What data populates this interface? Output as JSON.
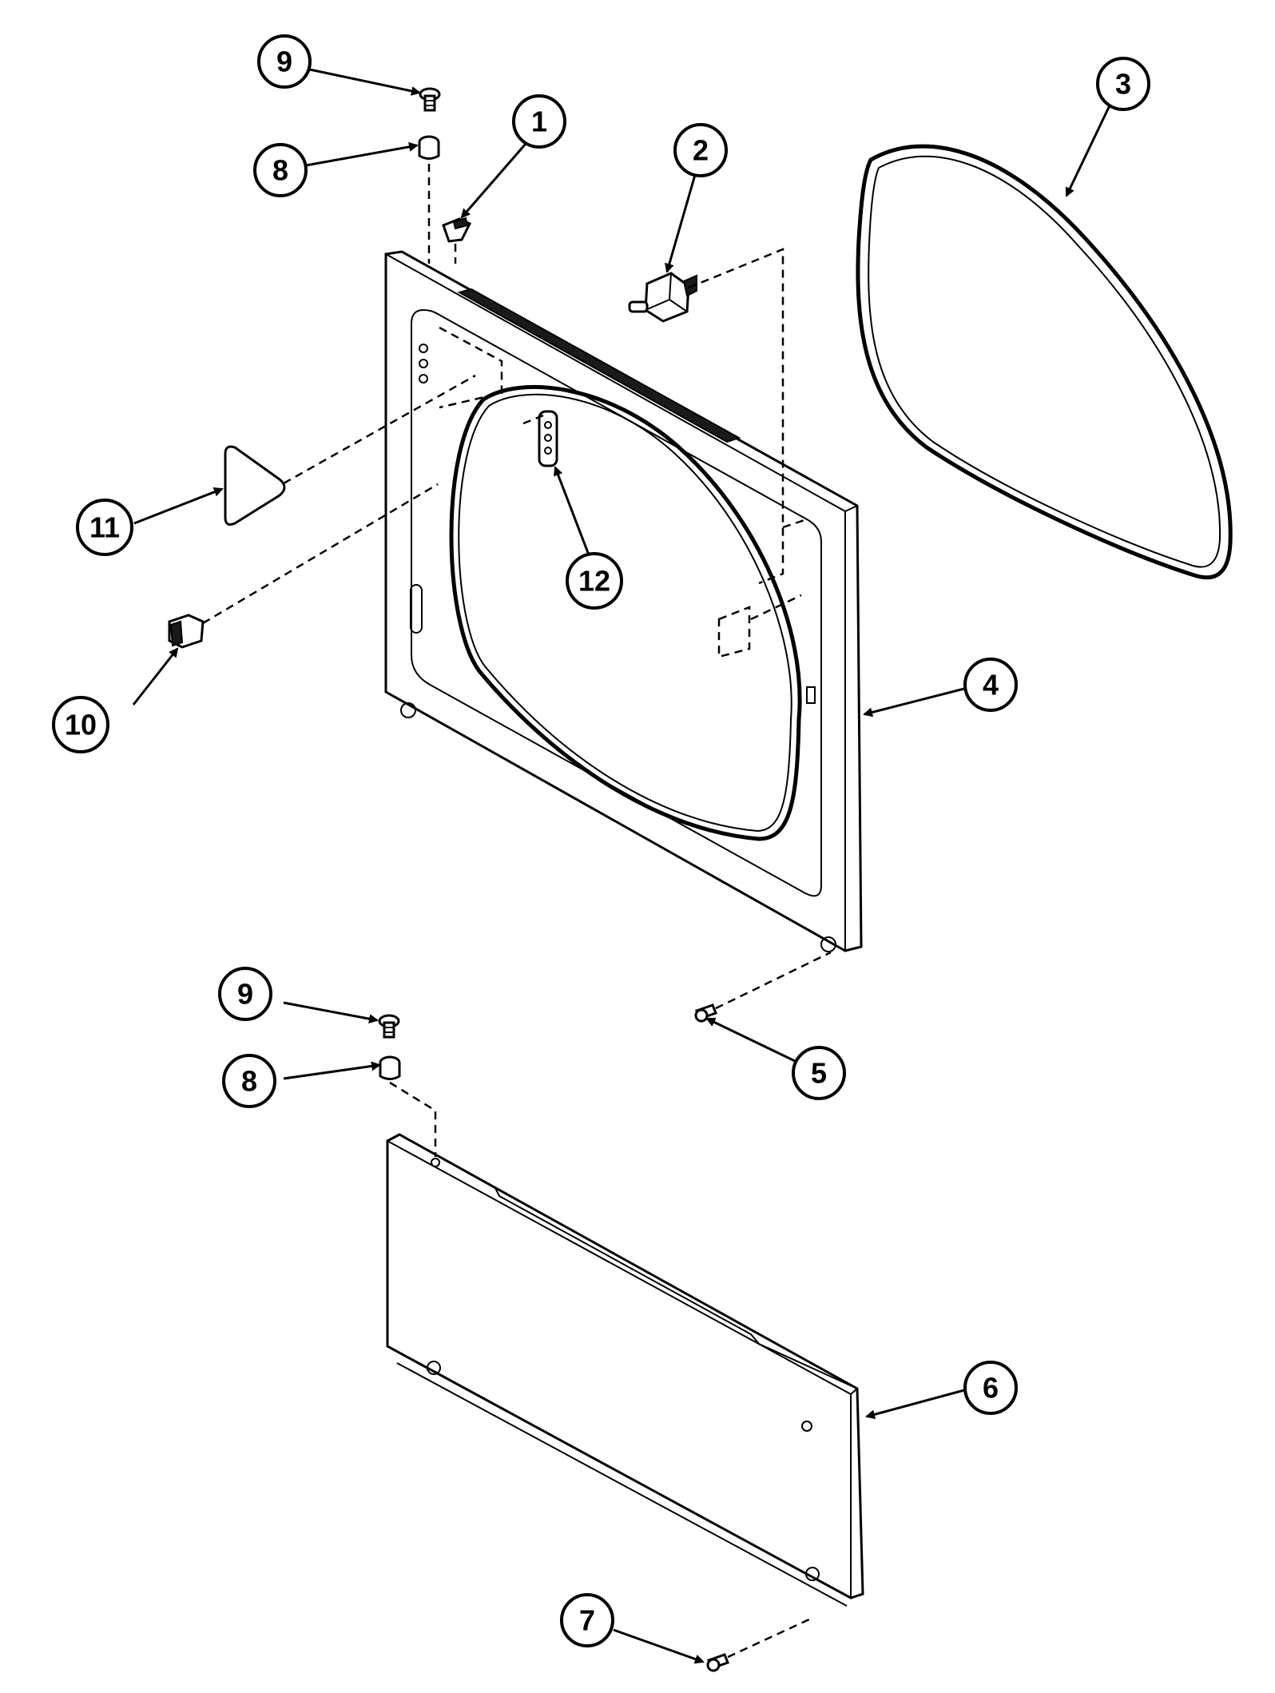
{
  "callouts": [
    {
      "id": "c1",
      "label": "1"
    },
    {
      "id": "c2",
      "label": "2"
    },
    {
      "id": "c3",
      "label": "3"
    },
    {
      "id": "c4",
      "label": "4"
    },
    {
      "id": "c5",
      "label": "5"
    },
    {
      "id": "c6",
      "label": "6"
    },
    {
      "id": "c7",
      "label": "7"
    },
    {
      "id": "c8a",
      "label": "8"
    },
    {
      "id": "c8b",
      "label": "8"
    },
    {
      "id": "c9a",
      "label": "9"
    },
    {
      "id": "c9b",
      "label": "9"
    },
    {
      "id": "c10",
      "label": "10"
    },
    {
      "id": "c11",
      "label": "11"
    },
    {
      "id": "c12",
      "label": "12"
    }
  ],
  "colors": {
    "line": "#000000",
    "background": "#ffffff"
  }
}
